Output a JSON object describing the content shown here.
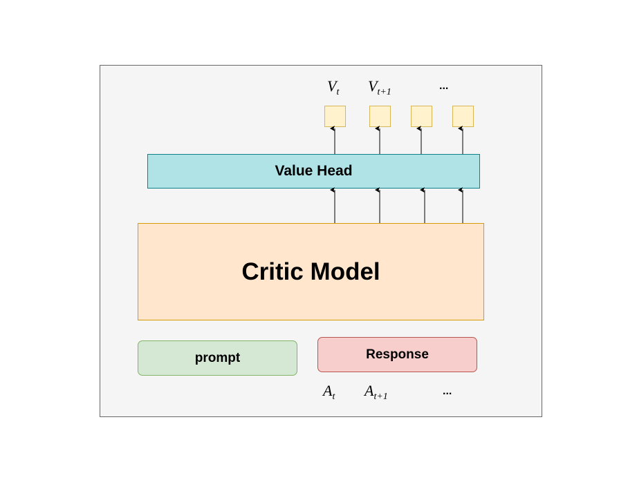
{
  "diagram": {
    "value_head_label": "Value Head",
    "critic_model_label": "Critic Model",
    "prompt_label": "prompt",
    "response_label": "Response",
    "outputs": [
      {
        "var": "V",
        "sub": "t"
      },
      {
        "var": "V",
        "sub": "t+1"
      },
      {
        "ellipsis": "..."
      }
    ],
    "actions": [
      {
        "var": "A",
        "sub": "t"
      },
      {
        "var": "A",
        "sub": "t+1"
      },
      {
        "ellipsis": "..."
      }
    ]
  },
  "colors": {
    "frame_bg": "#f5f5f5",
    "value_head_fill": "#b0e3e6",
    "critic_fill": "#ffe6cc",
    "prompt_fill": "#d5e8d4",
    "response_fill": "#f8cecc",
    "token_fill": "#fff2cc"
  }
}
